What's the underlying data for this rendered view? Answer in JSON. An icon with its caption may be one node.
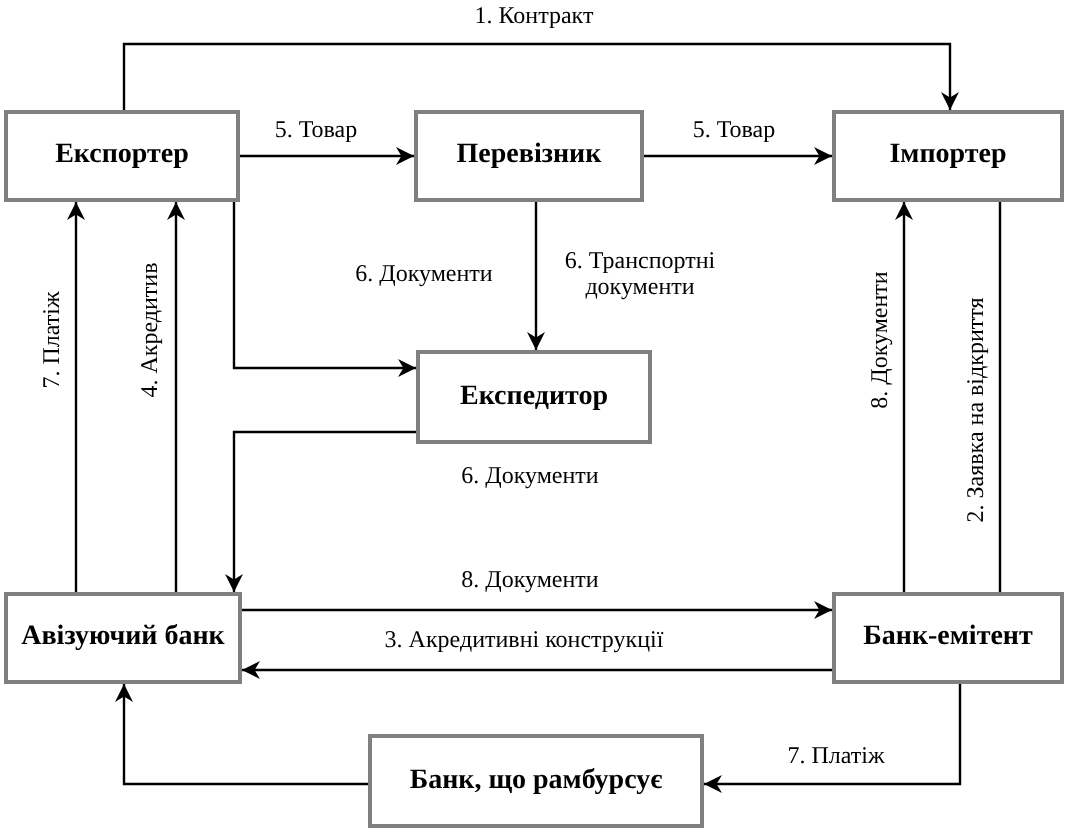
{
  "diagram": {
    "nodes": [
      {
        "text": [
          "Експортер"
        ]
      },
      {
        "text": [
          "Перевізник"
        ]
      },
      {
        "text": [
          "Імпортер"
        ]
      },
      {
        "text": [
          "Експедитор"
        ]
      },
      {
        "text": [
          "Авізуючий банк"
        ]
      },
      {
        "text": [
          "Банк-емітент"
        ]
      },
      {
        "text": [
          "Банк, що рамбурсує"
        ]
      }
    ],
    "edges": [
      {
        "from": 0,
        "to": 2,
        "arrow": "to",
        "label": "1. Контракт"
      },
      {
        "from": 0,
        "to": 1,
        "arrow": "to",
        "label": "5. Товар"
      },
      {
        "from": 1,
        "to": 2,
        "arrow": "to",
        "label": "5. Товар"
      },
      {
        "from": 1,
        "to": 3,
        "arrow": "to",
        "label": "6. Транспортні документи"
      },
      {
        "from": 0,
        "to": 3,
        "arrow": "to",
        "label": "6. Документи"
      },
      {
        "from": 3,
        "to": 4,
        "arrow": "to",
        "label": "6. Документи"
      },
      {
        "from": 4,
        "to": 0,
        "arrow": "to",
        "label": "7. Платіж"
      },
      {
        "from": 4,
        "to": 0,
        "arrow": "to",
        "label": "4. Акредитив"
      },
      {
        "from": 4,
        "to": 5,
        "arrow": "to",
        "label": "8. Документи"
      },
      {
        "from": 5,
        "to": 4,
        "arrow": "to",
        "label": "3. Акредитивні конструкції"
      },
      {
        "from": 5,
        "to": 2,
        "arrow": "to",
        "label": "8. Документи"
      },
      {
        "from": 2,
        "to": 5,
        "arrow": "to",
        "label": "2. Заявка на відкриття"
      },
      {
        "from": 5,
        "to": 6,
        "arrow": "to",
        "label": "7. Платіж"
      },
      {
        "from": 6,
        "to": 4,
        "arrow": "to"
      }
    ]
  }
}
